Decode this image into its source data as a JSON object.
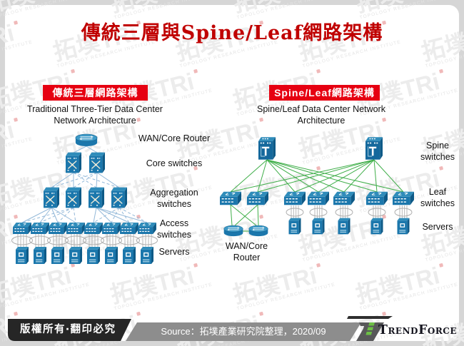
{
  "title": "傳統三層與Spine/Leaf網路架構",
  "watermark": {
    "brand_zh": "拓墣",
    "brand_en": "TRi",
    "caption": "TOPOLOGY RESEARCH INSTITUTE"
  },
  "left": {
    "badge": "傳統三層網路架構",
    "subtitle": "Traditional Three-Tier Data Center\nNetwork Architecture",
    "labels": {
      "router": "WAN/Core Router",
      "core": "Core switches",
      "aggregation": "Aggregation\nswitches",
      "access": "Access\nswitches",
      "servers": "Servers"
    },
    "counts": {
      "wan_core_router": 1,
      "core_switches": 2,
      "aggregation_switches": 4,
      "access_switches": 8,
      "servers": 8
    }
  },
  "right": {
    "badge": "Spine/Leaf網路架構",
    "subtitle": "Spine/Leaf Data Center Network\nArchitecture",
    "labels": {
      "spine": "Spine\nswitches",
      "leaf": "Leaf\nswitches",
      "servers": "Servers",
      "router": "WAN/Core\nRouter"
    },
    "counts": {
      "spine_switches": 2,
      "leaf_switches": 7,
      "servers": 5,
      "wan_core_routers": 2
    }
  },
  "footer": {
    "copyright": "版權所有‧翻印必究",
    "source": "Source：拓墣產業研究院整理，2020/09",
    "brand": "TrendForce"
  },
  "colors": {
    "title_red": "#c00000",
    "badge_red": "#e60011",
    "icon_blue": "#1b77ac",
    "icon_blue_dark": "#0e5a87",
    "icon_blue_light": "#2f8cba",
    "line_blue": "#94b9d9",
    "line_green": "#3fae49",
    "ellipse_gray": "#aeaeae",
    "footer_black": "#262626",
    "footer_gray": "#8d8d8d",
    "logo_green": "#6cbf45"
  }
}
